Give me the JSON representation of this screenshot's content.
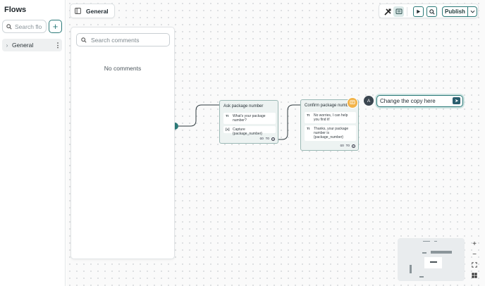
{
  "sidebar": {
    "title": "Flows",
    "search_placeholder": "Search flo",
    "add_icon": "plus-icon",
    "items": [
      {
        "label": "General",
        "icon": "chevron-right-icon",
        "menu_icon": "more-vertical-icon"
      }
    ]
  },
  "flow_tab": {
    "label": "General",
    "icon": "sidebar-toggle-icon"
  },
  "comments_panel": {
    "search_placeholder": "Search comments",
    "empty_text": "No comments"
  },
  "toolbar": {
    "tools_icon": "tools-icon",
    "comments_icon": "comment-icon",
    "play_icon": "play-icon",
    "search_icon": "search-icon",
    "publish_label": "Publish",
    "dropdown_icon": "chevron-down-icon"
  },
  "nodes": [
    {
      "title": "Ask package number",
      "rows": [
        {
          "icon": "Tt",
          "text": "What's your package number?"
        },
        {
          "icon": "[x]",
          "text": "Capture {package_number}"
        }
      ],
      "goto": "GO TO"
    },
    {
      "title": "Confirm package number",
      "rows": [
        {
          "icon": "Tt",
          "text": "No worries, I can help you find it!"
        },
        {
          "icon": "Tt",
          "text": "Thanks, your package number is {package_number}"
        }
      ],
      "goto": "GO TO"
    }
  ],
  "composer": {
    "avatar_initial": "A",
    "value": "Change the copy here",
    "send_icon": "send-icon"
  },
  "zoom": {
    "in_icon": "zoom-in-icon",
    "out_icon": "zoom-out-icon",
    "fit_icon": "fit-view-icon",
    "minimap_icon": "minimap-icon"
  },
  "colors": {
    "accent": "#2c7a78",
    "comment_pin": "#f2b349",
    "node_bg": "#edf3f2"
  }
}
